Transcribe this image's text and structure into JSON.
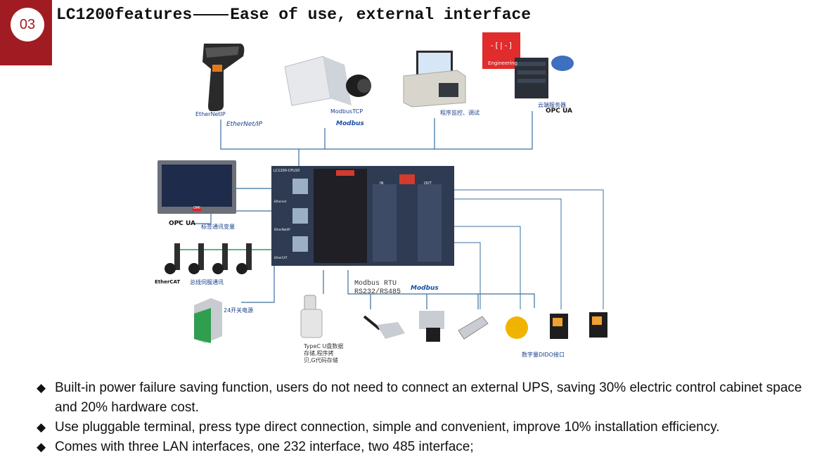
{
  "badge": {
    "number": "03"
  },
  "title": {
    "left": "LC1200features",
    "right": "Ease of use, external interface"
  },
  "devices": {
    "scanner": {
      "label": "EtherNetIP",
      "logo": "EtherNet/IP"
    },
    "camera": {
      "label": "ModbusTCP",
      "logo": "Modbus"
    },
    "pc": {
      "label": "程序监控、调试"
    },
    "cloud": {
      "badge": "Engineering",
      "label": "云端服务器",
      "logo": "OPC UA"
    },
    "hmi": {
      "logo": "OPC UA",
      "label": "标签通讯变量",
      "brand": "OMI"
    },
    "servo": {
      "logo": "EtherCAT",
      "label": "总线伺服通讯"
    },
    "psu": {
      "label": "24开关电源"
    },
    "usb": {
      "label_lines": [
        "TypeC U盘数据",
        "存储,程序拷",
        "贝,G代码存储"
      ]
    },
    "serial": {
      "line1": "Modbus RTU",
      "line2": "RS232/RS485",
      "logo": "Modbus"
    },
    "dido": {
      "label": "数字量DIDO接口"
    }
  },
  "plc": {
    "model": "LC1200-CPU20",
    "in_label": "IN",
    "out_label": "OUT",
    "port1": "Ethernet",
    "port2": "EtherNet/IP",
    "port3": "EtherCAT"
  },
  "colors": {
    "accent": "#a01c22",
    "wire": "#3a6fa0",
    "ethercat": "#2f9e4f",
    "plc_body": "#2e3b52"
  },
  "bullets": [
    "Built-in power failure saving function, users do not need to connect an external UPS, saving 30% electric control cabinet space and 20% hardware cost.",
    "Use pluggable terminal, press type direct connection, simple and convenient, improve 10% installation efficiency.",
    "Comes with three LAN interfaces, one 232 interface, two 485 interface;"
  ]
}
